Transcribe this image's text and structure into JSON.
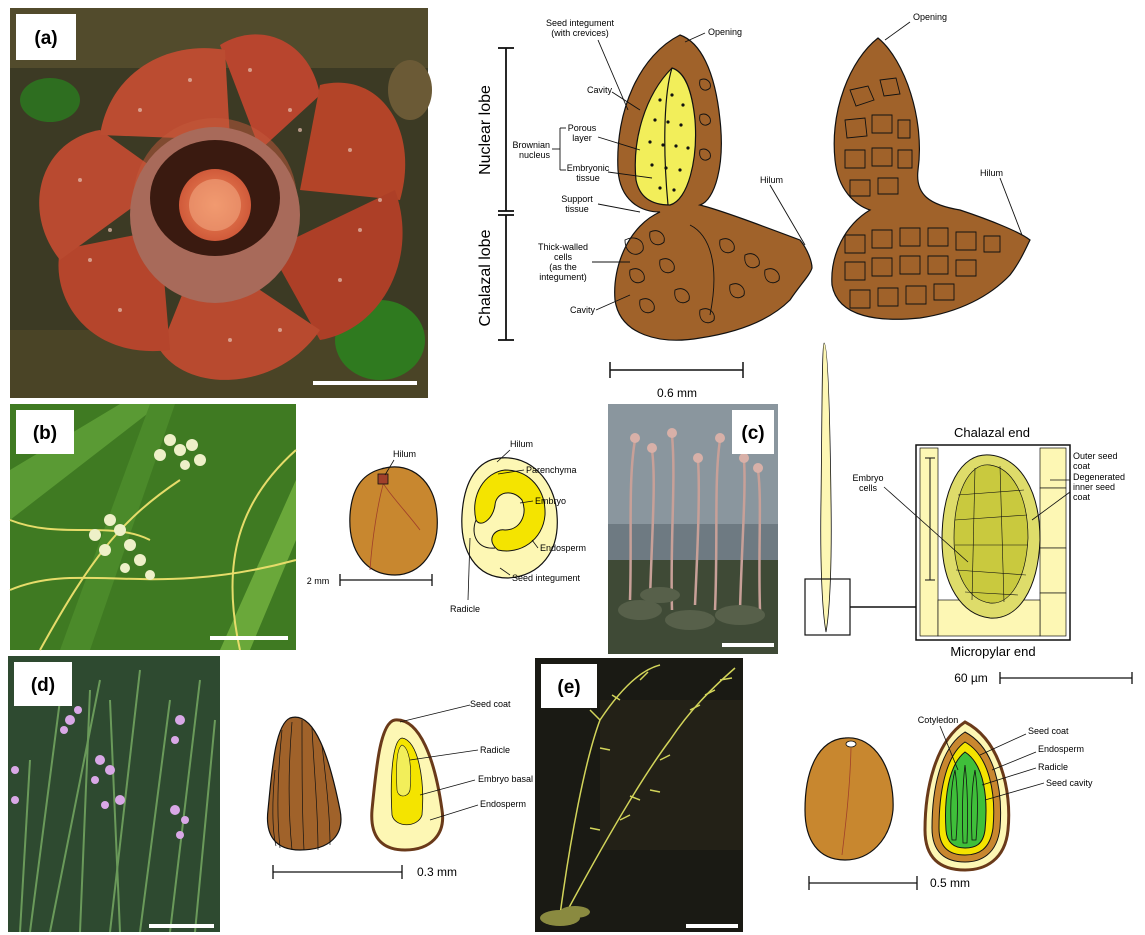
{
  "panels": {
    "a": {
      "panel_label": "(a)",
      "lobes": {
        "nuclear": "Nuclear lobe",
        "chalazal": "Chalazal lobe"
      },
      "labels": {
        "seed_integument": "Seed integument",
        "seed_integument_sub": "(with crevices)",
        "opening_1": "Opening",
        "opening_2": "Opening",
        "cavity_1": "Cavity",
        "porous_layer_1": "Porous",
        "porous_layer_2": "layer",
        "brownian_1": "Brownian",
        "brownian_2": "nucleus",
        "embryonic_1": "Embryonic",
        "embryonic_2": "tissue",
        "support_1": "Support",
        "support_2": "tissue",
        "thick_1": "Thick-walled",
        "thick_2": "cells",
        "thick_3": "(as the",
        "thick_4": "integument)",
        "cavity_2": "Cavity",
        "hilum_1": "Hilum",
        "hilum_2": "Hilum"
      },
      "scale": "0.6 mm"
    },
    "b": {
      "panel_label": "(b)",
      "labels": {
        "hilum_1": "Hilum",
        "hilum_2": "Hilum",
        "parenchyma": "Parenchyma",
        "embryo": "Embryo",
        "endosperm": "Endosperm",
        "seed_integument": "Seed integument",
        "radicle": "Radicle"
      },
      "scale": "2 mm"
    },
    "c": {
      "panel_label": "(c)",
      "labels": {
        "chalazal_end": "Chalazal end",
        "micropylar_end": "Micropylar end",
        "embryo_cells_1": "Embryo",
        "embryo_cells_2": "cells",
        "outer_seed_1": "Outer seed",
        "outer_seed_2": "coat",
        "degen_1": "Degenerated",
        "degen_2": "inner seed",
        "degen_3": "coat"
      },
      "scale": "60 µm"
    },
    "d": {
      "panel_label": "(d)",
      "labels": {
        "seed_coat": "Seed coat",
        "radicle": "Radicle",
        "embryo_basal": "Embryo basal",
        "endosperm": "Endosperm"
      },
      "scale": "0.3 mm"
    },
    "e": {
      "panel_label": "(e)",
      "labels": {
        "cotyledon": "Cotyledon",
        "seed_coat": "Seed coat",
        "endosperm": "Endosperm",
        "radicle": "Radicle",
        "seed_cavity": "Seed cavity"
      },
      "scale": "0.5 mm"
    }
  },
  "colors": {
    "seed_brown": "#a0622a",
    "seed_tan": "#c8872f",
    "embryo_yellow": "#f2ee5a",
    "pale_yellow": "#fdf7b4",
    "embryo_green": "#3fbf3a",
    "inner_yellow": "#f4e400",
    "line": "#1a1a1a"
  }
}
